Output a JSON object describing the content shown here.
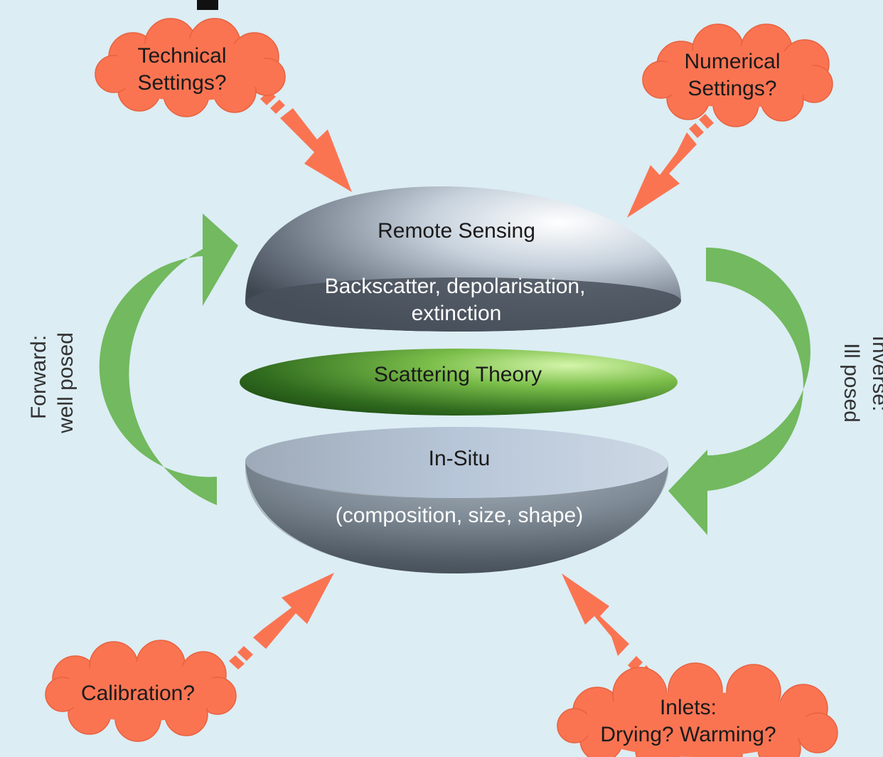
{
  "colors": {
    "background": "#dcedf4",
    "cloud": "#fa7452",
    "arrow_orange": "#fa7452",
    "arrow_green": "#72b95f",
    "dome_dark": "#4d5560",
    "dome_light": "#f2f6fa",
    "lens_green": "#2f6a1e",
    "lens_green_light": "#c2ec98"
  },
  "clouds": {
    "technical": {
      "line1": "Technical",
      "line2": "Settings?"
    },
    "numerical": {
      "line1": "Numerical",
      "line2": "Settings?"
    },
    "calibration": {
      "line1": "Calibration?"
    },
    "inlets": {
      "line1": "Inlets:",
      "line2": "Drying? Warming?"
    }
  },
  "remote_sensing": {
    "title": "Remote Sensing",
    "line1": "Backscatter, depolarisation,",
    "line2": "extinction"
  },
  "scattering": {
    "title": "Scattering Theory"
  },
  "in_situ": {
    "title": "In-Situ",
    "subtitle": "(composition, size, shape)"
  },
  "forward": {
    "line1": "Forward:",
    "line2": "well posed"
  },
  "inverse": {
    "line1": "Inverse:",
    "line2": "Ill posed"
  }
}
